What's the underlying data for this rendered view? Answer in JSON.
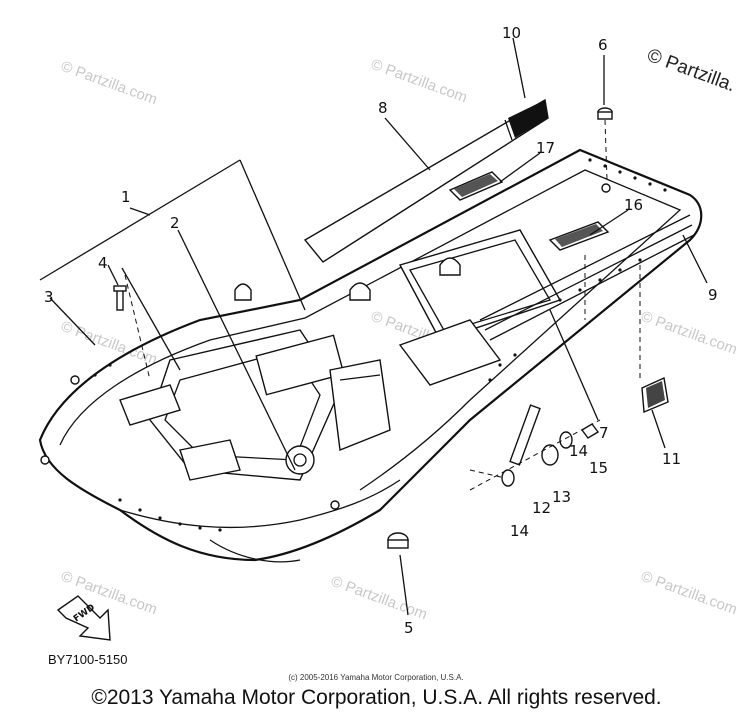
{
  "diagram": {
    "callouts": [
      "1",
      "2",
      "3",
      "4",
      "5",
      "6",
      "7",
      "8",
      "9",
      "10",
      "11",
      "12",
      "13",
      "14",
      "14",
      "15",
      "16",
      "17"
    ],
    "part_code": "BY7100-5150",
    "fwd_label": "FWD",
    "fine_print": "(c) 2005-2016 Yamaha Motor Corporation, U.S.A.",
    "watermark": "© Partzilla.com",
    "corner_watermark": "© Partzilla.",
    "footer": "©2013 Yamaha Motor Corporation, U.S.A. All rights reserved."
  }
}
